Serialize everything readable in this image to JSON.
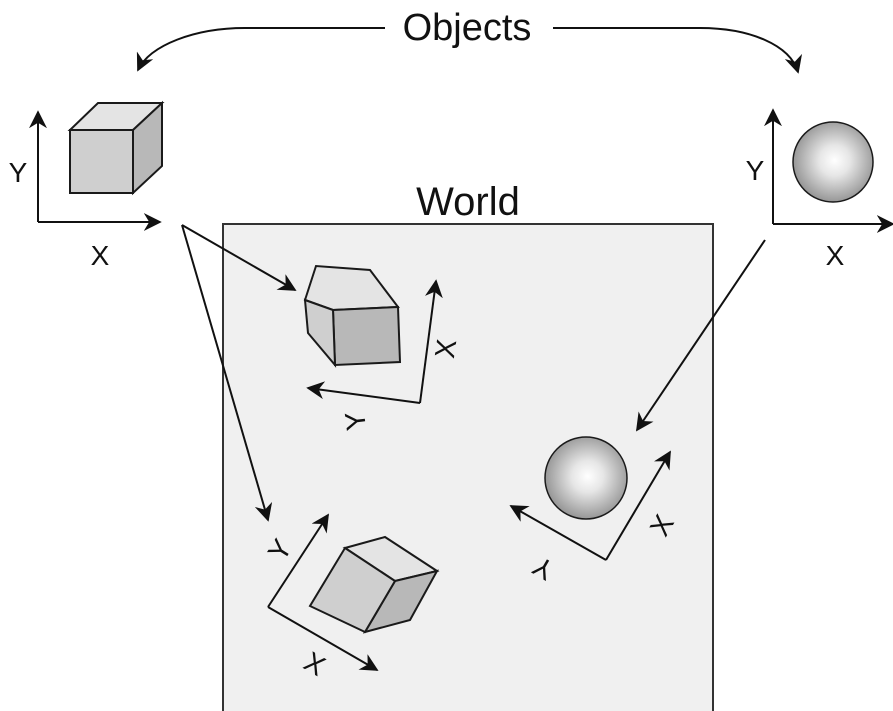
{
  "labels": {
    "objects": "Objects",
    "world": "World",
    "axis_x": "X",
    "axis_y": "Y"
  },
  "colors": {
    "world_fill": "#f0f0f0",
    "stroke": "#111111",
    "cube_face": "#cfcfcf",
    "sphere_highlight": "#ffffff",
    "sphere_shadow": "#8a8a8a"
  }
}
